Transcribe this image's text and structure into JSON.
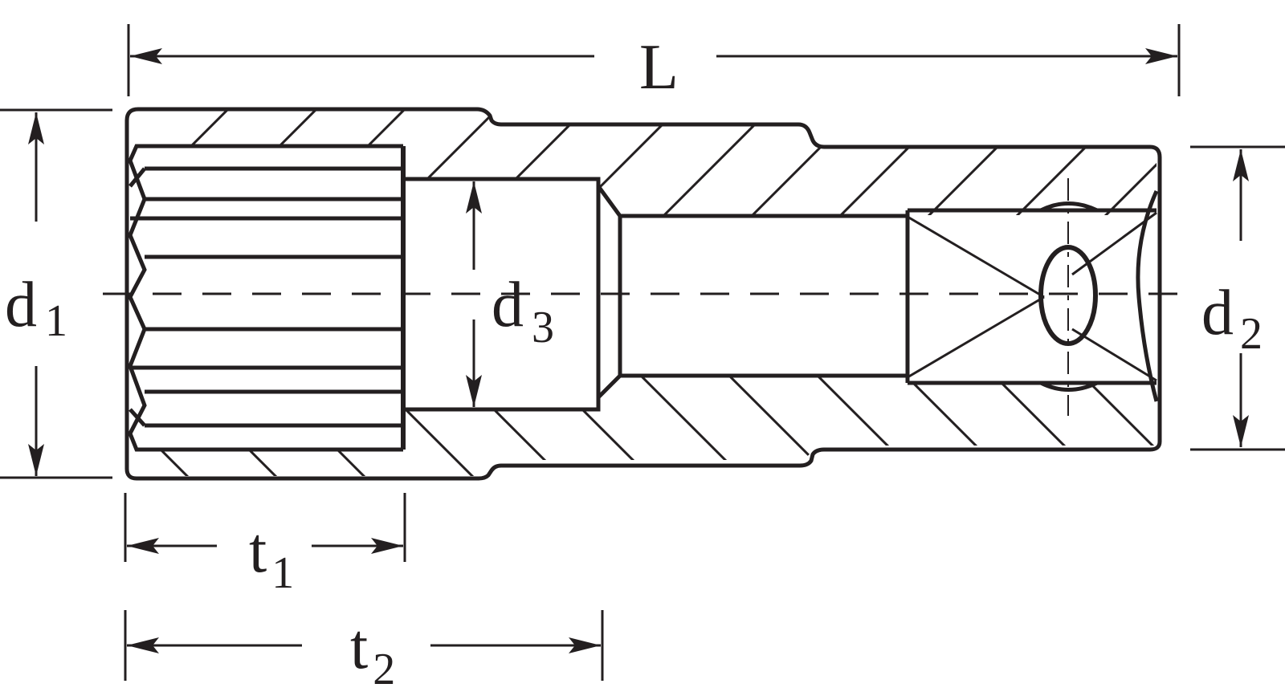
{
  "dimensions": {
    "overall_length": {
      "letter": "L"
    },
    "drive_end_diameter": {
      "letter": "d",
      "sub": "1"
    },
    "square_end_diameter": {
      "letter": "d",
      "sub": "2"
    },
    "bore_diameter": {
      "letter": "d",
      "sub": "3"
    },
    "socket_depth": {
      "letter": "t",
      "sub": "1"
    },
    "bore_depth": {
      "letter": "t",
      "sub": "2"
    }
  },
  "colors": {
    "ink": "#231f20",
    "background": "#ffffff"
  }
}
